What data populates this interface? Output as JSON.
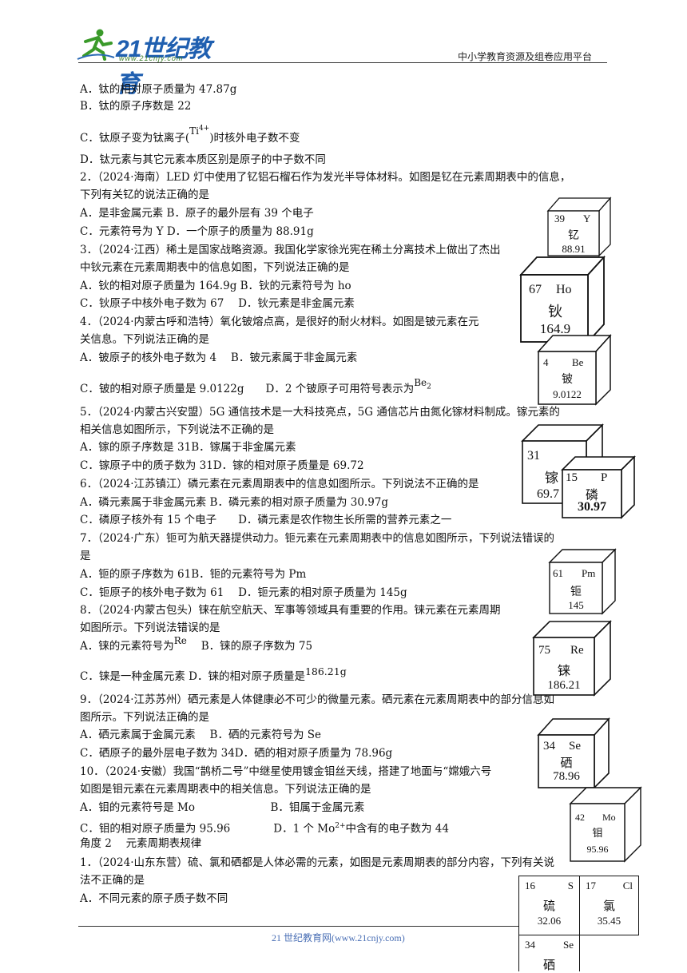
{
  "header": {
    "logo_main": "21世纪教育",
    "logo_sub": "www.21cnjy.com",
    "right_text": "中小学教育资源及组卷应用平台"
  },
  "q1_opts": {
    "a": "A．钛的相对原子质量为 47.87g",
    "b": "B．钛的原子序数是 22",
    "c_pre": "C．钛原子变为钛离子(",
    "c_ion": "Ti",
    "c_ion_sup": "4+",
    "c_post": ")时核外电子数不变",
    "d": "D．钛元素与其它元素本质区别是原子的中子数不同"
  },
  "q2": {
    "l1": "2．（2024·海南）LED 灯中使用了钇铝石榴石作为发光半导体材料。如图是钇在元素周期表中的信息，",
    "l2": "下列有关钇的说法正确的是",
    "ab": "A．是非金属元素 B．原子的最外层有 39 个电子",
    "cd": "C．元素符号为 Y D．一个原子的质量为 88.91g"
  },
  "q3": {
    "l1": "3．（2024·江西）稀土是国家战略资源。我国化学家徐光宪在稀土分离技术上做出了杰出",
    "l2": "中钬元素在元素周期表中的信息如图，下列说法正确的是",
    "ab": "A．钬的相对原子质量为 164.9g B．钬的元素符号为 ho",
    "cd": "C．钬原子中核外电子数为 67　 D．钬元素是非金属元素"
  },
  "q4": {
    "l1": "4．（2024·内蒙古呼和浩特）氧化铍熔点高，是很好的耐火材料。如图是铍元素在元",
    "l2": "关信息。下列说法正确的是",
    "ab": "A．铍原子的核外电子数为 4　 B．铍元素属于非金属元素",
    "c": "C．铍的相对原子质量是 9.0122g　　D．2 个铍原子可用符号表示为",
    "c_sym": "Be",
    "c_sub": "2"
  },
  "q5": {
    "l1": "5．（2024·内蒙古兴安盟）5G 通信技术是一大科技亮点，5G 通信芯片由氮化镓材料制成。镓元素的",
    "l2": "相关信息如图所示，下列说法不正确的是",
    "ab": "A．镓的原子序数是 31B．镓属于非金属元素",
    "cd": "C．镓原子中的质子数为 31D．镓的相对原子质量是 69.72"
  },
  "q6": {
    "l1": "6．（2024·江苏镇江）磷元素在元素周期表中的信息如图所示。下列说法不正确的是",
    "ab": "A．磷元素属于非金属元素 B．磷元素的相对原子质量为 30.97g",
    "cd": "C．磷原子核外有 15 个电子　　D．磷元素是农作物生长所需的营养元素之一"
  },
  "q7": {
    "l1": "7．（2024·广东）钷可为航天器提供动力。钷元素在元素周期表中的信息如图所示，下列说法错误的",
    "l2": "是",
    "ab": "A．钷的原子序数为 61B．钷的元素符号为 Pm",
    "cd": "C．钷原子的核外电子数为 61　 D．钷元素的相对原子质量为 145g"
  },
  "q8": {
    "l1": "8．（2024·内蒙古包头）铼在航空航天、军事等领域具有重要的作用。铼元素在元素周期",
    "l2": "如图所示。下列说法错误的是",
    "a": "A．铼的元素符号为",
    "a_sym": "Re",
    "b": "B．铼的原子序数为 75",
    "c": "C．铼是一种金属元素 D．铼的相对原子质量是",
    "c_val": "186.21g"
  },
  "q9": {
    "l1": "9．（2024·江苏苏州）硒元素是人体健康必不可少的微量元素。硒元素在元素周期表中的部分信息如",
    "l2": "图所示。下列说法正确的是",
    "ab": "A．硒元素属于金属元素　 B．硒的元素符号为 Se",
    "cd": "C．硒原子的最外层电子数为 34D．硒的相对原子质量为 78.96g"
  },
  "q10": {
    "l1": "10．（2024·安徽）我国“鹊桥二号”中继星使用镀金钼丝天线，搭建了地面与“嫦娥六号",
    "l2": "如图是钼元素在元素周期表中的相关信息。下列说法正确的是",
    "ab": "A．钼的元素符号是 Mo　　　　　　　B．钼属于金属元素",
    "c": "C．钼的相对原子质量为 95.96　　　　D．1 个 Mo",
    "c_sup": "2+",
    "c_post": "中含有的电子数为 44"
  },
  "section": {
    "title": "角度 2　 元素周期表规律",
    "q1_l1": "1．（2024·山东东营）硫、氯和硒都是人体必需的元素，如图是元素周期表的部分内容，下列有关说",
    "q1_l2": "法不正确的是",
    "q1_a": "A．不同元素的原子质子数不同"
  },
  "tiles": {
    "y": {
      "num": "39",
      "sym": "Y",
      "cn": "钇",
      "mass": "88.91"
    },
    "ho": {
      "num": "67",
      "sym": "Ho",
      "cn": "钬",
      "mass": "164.9"
    },
    "be": {
      "num": "4",
      "sym": "Be",
      "cn": "铍",
      "mass": "9.0122"
    },
    "ga": {
      "num": "31",
      "sym": "",
      "cn": "镓",
      "mass": "69.7"
    },
    "p": {
      "num": "15",
      "sym": "P",
      "cn": "磷",
      "mass": "30.97"
    },
    "pm": {
      "num": "61",
      "sym": "Pm",
      "cn": "钷",
      "mass": "145"
    },
    "re": {
      "num": "75",
      "sym": "Re",
      "cn": "铼",
      "mass": "186.21"
    },
    "se": {
      "num": "34",
      "sym": "Se",
      "cn": "硒",
      "mass": "78.96"
    },
    "mo": {
      "num": "42",
      "sym": "Mo",
      "cn": "钼",
      "mass": "95.96"
    }
  },
  "table_cells": {
    "s": {
      "num": "16",
      "sym": "S",
      "cn": "硫",
      "mass": "32.06"
    },
    "cl": {
      "num": "17",
      "sym": "Cl",
      "cn": "氯",
      "mass": "35.45"
    },
    "se2": {
      "num": "34",
      "sym": "Se",
      "cn": "硒"
    }
  },
  "footer": {
    "text": "21 世纪教育网(www.21cnjy.com)"
  }
}
